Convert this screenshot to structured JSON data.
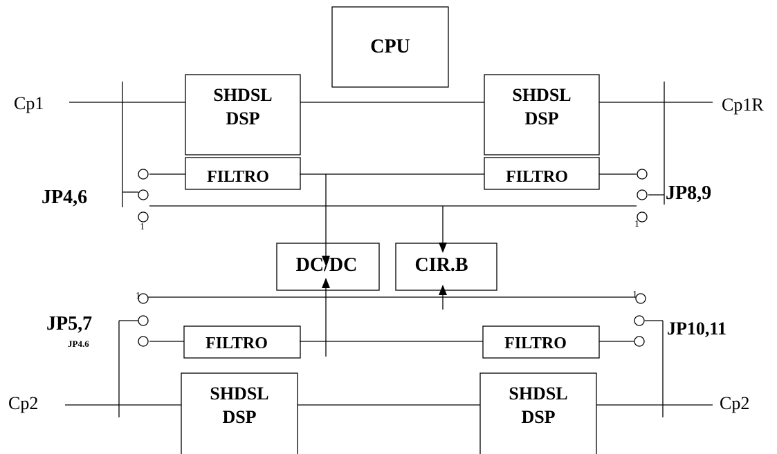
{
  "blocks": {
    "cpu": "CPU",
    "shdsl_line1": "SHDSL",
    "shdsl_line2": "DSP",
    "filtro": "FILTRO",
    "dcdc": "DC/DC",
    "cirb": "CIR.B"
  },
  "ports": {
    "cp1": "Cp1",
    "cp1r": "Cp1R",
    "cp2_left": "Cp2",
    "cp2_right": "Cp2"
  },
  "jumpers": {
    "jp46": "JP4,6",
    "jp89": "JP8,9",
    "jp57": "JP5,7",
    "jp1011": "JP10,11",
    "jp46_small": "JP4,6"
  },
  "pin_marker": "1"
}
